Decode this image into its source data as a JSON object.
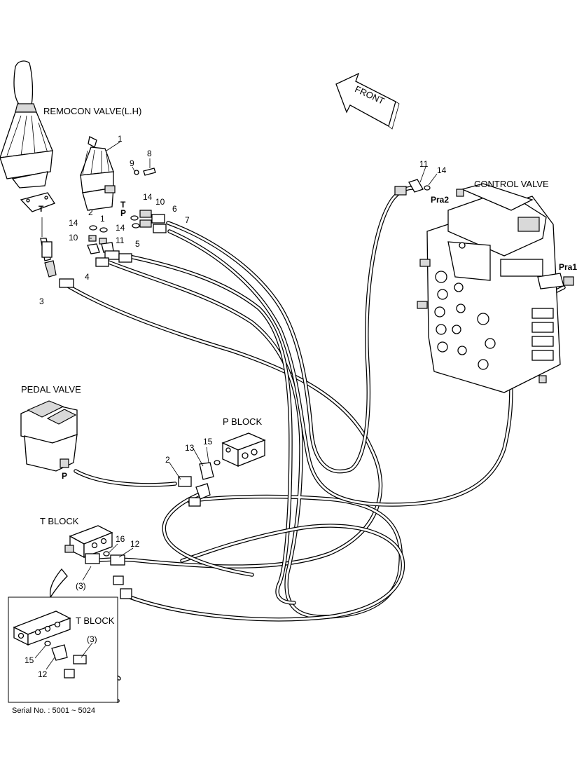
{
  "labels": {
    "remocon_valve": "REMOCON VALVE(L.H)",
    "control_valve": "CONTROL VALVE",
    "pedal_valve": "PEDAL VALVE",
    "p_block": "P BLOCK",
    "t_block_main": "T BLOCK",
    "t_block_inset": "T BLOCK",
    "front": "FRONT",
    "serial": "Serial No. : 5001 ~ 5024"
  },
  "ports": {
    "t_joystick": "T",
    "t_valve": "T",
    "p_valve": "P",
    "p_pedal": "P",
    "pra1": "Pra1",
    "pra2": "Pra2"
  },
  "callouts": {
    "c1": "1",
    "c1b": "1",
    "c2": "2",
    "c2b": "2",
    "c3": "3",
    "c3b": "(3)",
    "c3c": "(3)",
    "c4": "4",
    "c5": "5",
    "c6": "6",
    "c7": "7",
    "c8": "8",
    "c9": "9",
    "c10": "10",
    "c10b": "10",
    "c11": "11",
    "c11b": "11",
    "c12": "12",
    "c12b": "12",
    "c13": "13",
    "c14": "14",
    "c14b": "14",
    "c14c": "14",
    "c14d": "14",
    "c15": "15",
    "c15b": "15",
    "c16": "16"
  }
}
